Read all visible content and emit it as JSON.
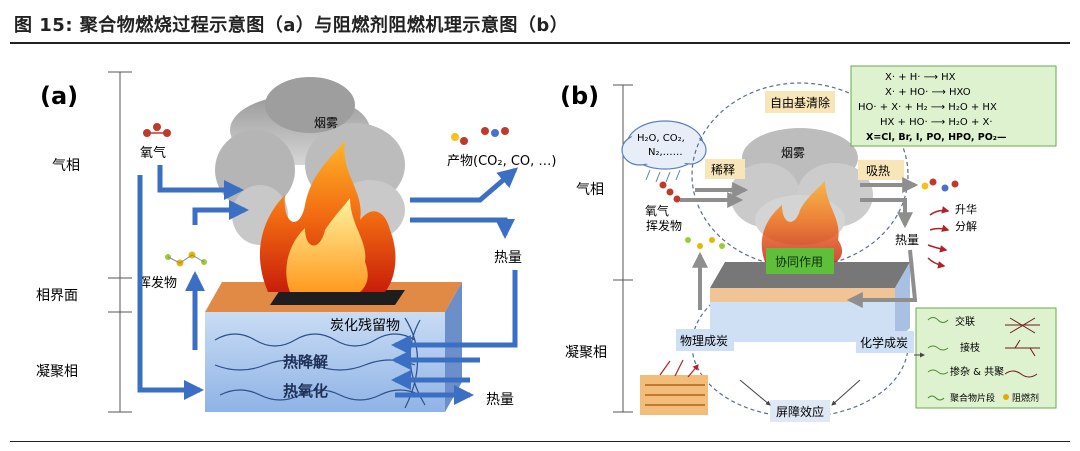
{
  "figure_title": "图 15: 聚合物燃烧过程示意图（a）与阻燃剂阻燃机理示意图（b）",
  "panel_a": {
    "label": "(a)",
    "zones": {
      "gas": "气相",
      "interface": "相界面",
      "condensed": "凝聚相"
    },
    "oxygen": "氧气",
    "smoke": "烟雾",
    "products": "产物(CO₂, CO, …)",
    "volatiles": "挥发物",
    "heat_right": "热量",
    "char": "炭化残留物",
    "pyrolysis": "热降解",
    "oxidation": "热氧化",
    "heat_bottom": "热量"
  },
  "panel_b": {
    "label": "(b)",
    "zones": {
      "gas": "气相",
      "condensed": "凝聚相"
    },
    "cloud_text": [
      "H₂O, CO₂,",
      "N₂,……"
    ],
    "oxygen": "氧气",
    "dilution": "稀释",
    "radical": "自由基清除",
    "absorb": "吸热",
    "smoke": "烟雾",
    "volatiles": "挥发物",
    "sublime": "升华",
    "decompose": "分解",
    "heat": "热量",
    "synergy": "协同作用",
    "phys_char": "物理成炭",
    "chem_char": "化学成炭",
    "barrier": "屏障效应",
    "reactions": [
      "X· + H· ⟶ HX",
      "X· + HO· ⟶ HXO",
      "HO· + X· + H₂ ⟶ H₂O + HX",
      "HX + HO· ⟶ H₂O + X·",
      "X=Cl, Br, I, PO, HPO, PO₂—"
    ],
    "legend": {
      "crosslink": "交联",
      "graft": "接枝",
      "dope": "掺杂 & 共聚",
      "segment": "聚合物片段",
      "retardant": "阻燃剂"
    }
  }
}
